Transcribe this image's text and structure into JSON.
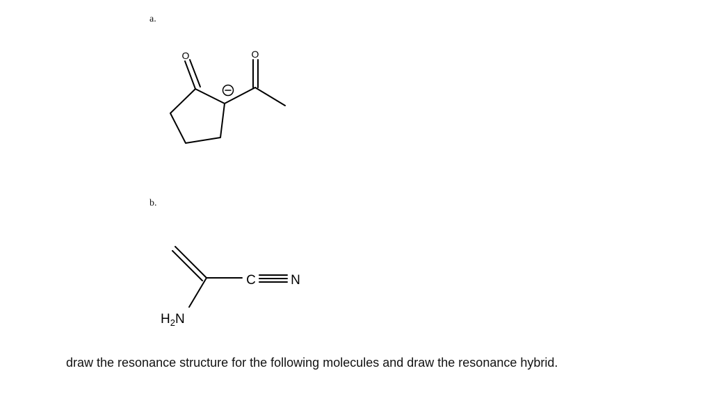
{
  "problems": [
    {
      "label": "a.",
      "molecule": {
        "description": "2-acetylcyclopentanone enolate carbanion",
        "atoms": {
          "ring_carbonyl_O": "O",
          "acetyl_O": "O",
          "charge": "−"
        }
      }
    },
    {
      "label": "b.",
      "molecule": {
        "description": "2-aminoacrylonitrile",
        "atoms": {
          "amine": "H2N",
          "amine_H": "H",
          "amine_sub": "2",
          "amine_N": "N",
          "nitrile_C": "C",
          "nitrile_N": "N"
        }
      }
    }
  ],
  "instruction": "draw the resonance structure for the following molecules and draw the resonance hybrid."
}
